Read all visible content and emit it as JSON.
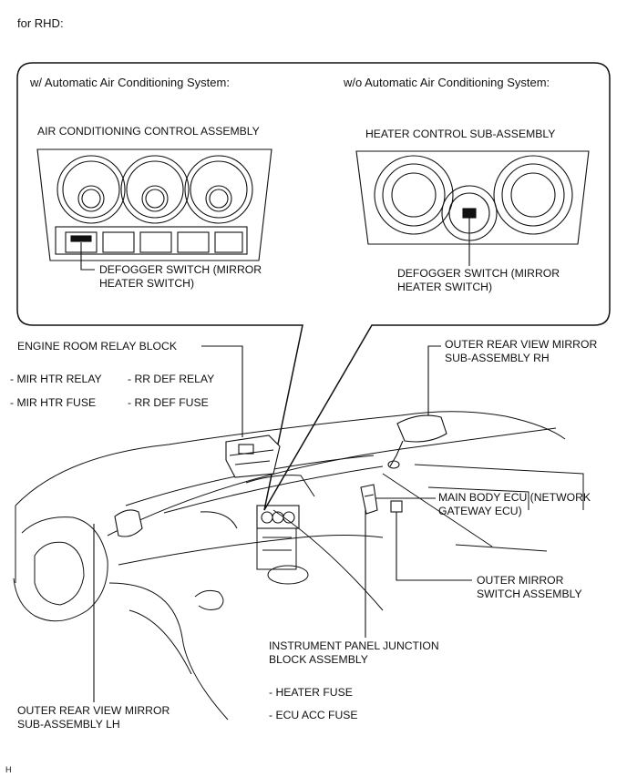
{
  "header": {
    "title": "for RHD:"
  },
  "callout": {
    "left_heading": "w/ Automatic Air Conditioning System:",
    "right_heading": "w/o Automatic Air Conditioning System:",
    "left_assembly": "AIR CONDITIONING CONTROL ASSEMBLY",
    "right_assembly": "HEATER CONTROL SUB-ASSEMBLY",
    "left_defogger": "DEFOGGER SWITCH (MIRROR\nHEATER SWITCH)",
    "right_defogger": "DEFOGGER SWITCH (MIRROR\nHEATER SWITCH)"
  },
  "labels": {
    "engine_room_relay_block": "ENGINE ROOM RELAY BLOCK",
    "mir_htr_relay": "- MIR HTR RELAY",
    "mir_htr_fuse": "- MIR HTR FUSE",
    "rr_def_relay": "- RR DEF RELAY",
    "rr_def_fuse": "- RR DEF FUSE",
    "mirror_rh": "OUTER REAR VIEW MIRROR\nSUB-ASSEMBLY RH",
    "main_body_ecu": "MAIN BODY ECU (NETWORK\nGATEWAY ECU)",
    "outer_mirror_switch": "OUTER MIRROR\nSWITCH ASSEMBLY",
    "junction_block": "INSTRUMENT PANEL JUNCTION\nBLOCK ASSEMBLY",
    "heater_fuse": "- HEATER FUSE",
    "ecu_acc_fuse": "- ECU ACC FUSE",
    "mirror_lh": "OUTER REAR VIEW MIRROR\nSUB-ASSEMBLY LH"
  },
  "footer": {
    "mark": "H"
  }
}
